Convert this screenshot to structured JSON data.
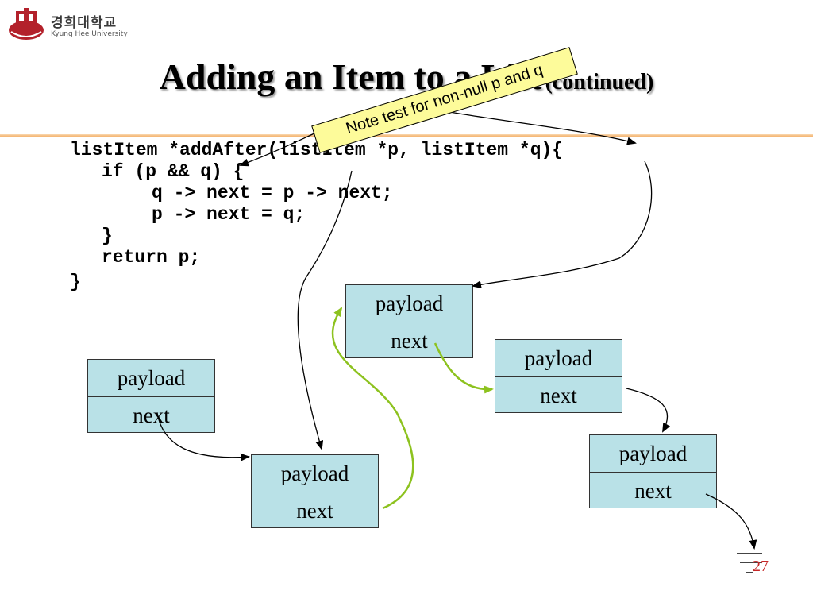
{
  "header": {
    "logo_korean": "경희대학교",
    "logo_english": "Kyung Hee University"
  },
  "title": {
    "main": "Adding an Item to a List",
    "sub": "(continued)"
  },
  "code": {
    "lines": [
      "listItem *addAfter(listItem *p, listItem *q){",
      "if (p && q) {",
      "q -> next = p -> next;",
      "p -> next = q;",
      "}",
      "return p;",
      "}"
    ]
  },
  "callout": {
    "text": "Note test for non-null p and q"
  },
  "nodes": [
    {
      "id": "node-left",
      "payload": "payload",
      "next": "next"
    },
    {
      "id": "node-new",
      "payload": "payload",
      "next": "next"
    },
    {
      "id": "node-p",
      "payload": "payload",
      "next": "next"
    },
    {
      "id": "node-after-p",
      "payload": "payload",
      "next": "next"
    },
    {
      "id": "node-tail",
      "payload": "payload",
      "next": "next"
    }
  ],
  "colors": {
    "node_fill": "#b9e1e7",
    "new_link": "#8dc21f",
    "old_link": "#000000",
    "callout_fill": "#fdfb9a",
    "rule": "#f4b572",
    "page_number": "#c62828"
  },
  "footer": {
    "page_number": "27"
  }
}
